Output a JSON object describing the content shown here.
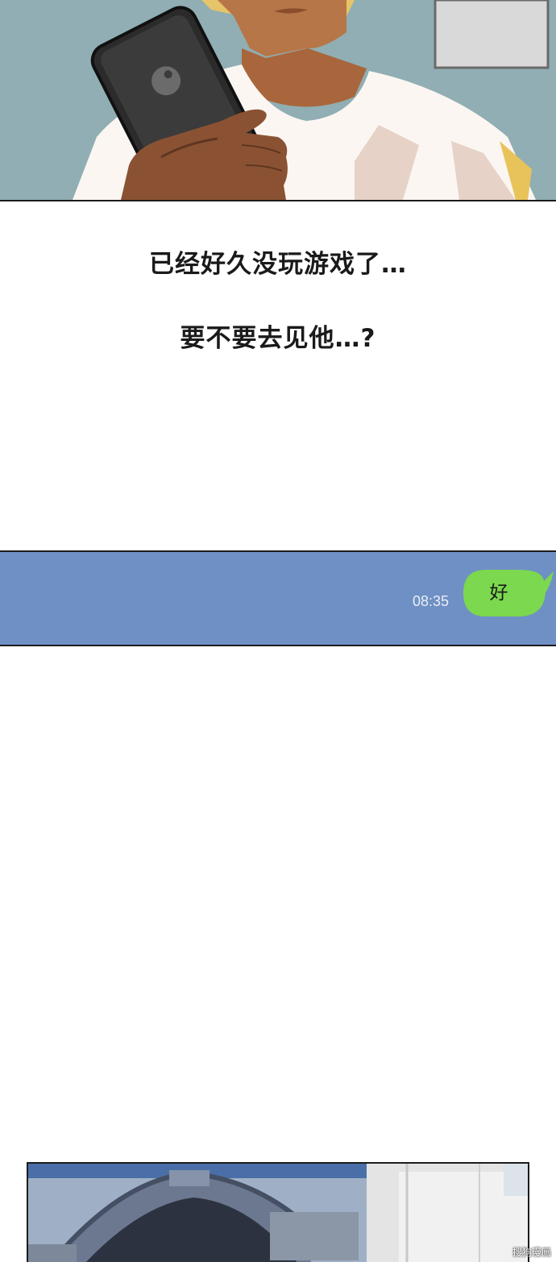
{
  "captions": {
    "line_1": "已经好久没玩游戏了…",
    "line_2": "要不要去见他…?"
  },
  "chat": {
    "time": "08:35",
    "message": "好",
    "strip_color": "#6f90c4",
    "bubble_color": "#7cd84e"
  },
  "watermark": "搜狗漫画",
  "illustrations": {
    "top_panel": "person-holding-phone",
    "bottom_panel": "building-arch-exterior"
  }
}
